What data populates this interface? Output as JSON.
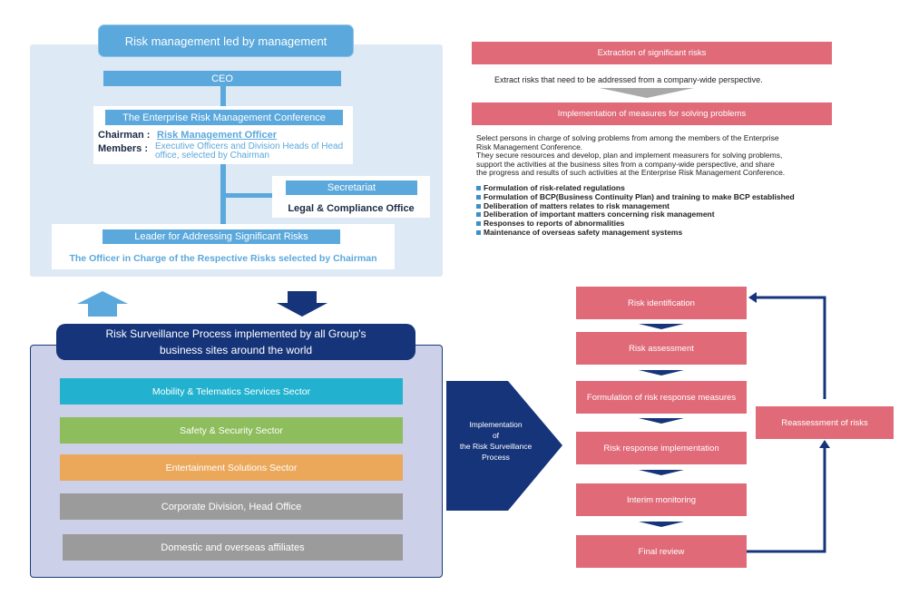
{
  "management": {
    "title": "Risk management  led by management",
    "ceo": "CEO",
    "conference": {
      "title": "The Enterprise Risk Management Conference",
      "chairman_label": "Chairman :",
      "chairman_value": "Risk Management Officer",
      "members_label": "Members :",
      "members_value": "Executive Officers and Division Heads of Head office, selected by Chairman"
    },
    "secretariat": {
      "title": "Secretariat",
      "text": "Legal & Compliance Office"
    },
    "leader": {
      "title": "Leader for Addressing Significant Risks",
      "text": "The Officer in Charge of the Respective Risks selected by Chairman"
    }
  },
  "extraction": {
    "title": "Extraction of significant risks",
    "text": "Extract risks that need to be addressed from a company-wide perspective."
  },
  "implementation": {
    "title": "Implementation of measures for solving problems",
    "description_lines": [
      "Select persons in charge of solving problems from among  the members of the Enterprise",
      "Risk Management  Conference.",
      "They secure resources and develop, plan and implement measurers for solving problems,",
      "support the activities at the  business sites from a company-wide perspective, and share",
      "the progress and results of such activities at the Enterprise Risk Management  Conference."
    ],
    "bullets": [
      "Formulation of risk-related regulations",
      "Formulation of BCP(Business Continuity Plan) and training to make BCP established",
      "Deliberation of matters relates to risk management",
      "Deliberation of important matters concerning risk management",
      "Responses to reports of abnormalities",
      "Maintenance of overseas safety management systems"
    ]
  },
  "surveillance": {
    "title_line1": "Risk Surveillance  Process implemented  by all Group's",
    "title_line2": "business sites around  the world",
    "sectors": [
      "Mobility  & Telematics  Services Sector",
      "Safety & Security Sector",
      "Entertainment  Solutions Sector",
      "Corporate Division, Head Office",
      "Domestic and overseas affiliates"
    ]
  },
  "implementation_arrow": {
    "line1": "Implementation",
    "line2": "of",
    "line3": "the Risk Surveillance",
    "line4": "Process"
  },
  "process_steps": [
    "Risk  identification",
    "Risk  assessment",
    "Formulation of risk response measures",
    "Risk response  implementation",
    "Interim monitoring",
    "Final review"
  ],
  "reassessment": "Reassessment  of risks",
  "colors": {
    "light_blue": "#5ba8dc",
    "navy": "#16347a",
    "pink": "#e06a78",
    "panel_blue": "#dde9f5",
    "panel_lavender": "#ccd0e8"
  }
}
